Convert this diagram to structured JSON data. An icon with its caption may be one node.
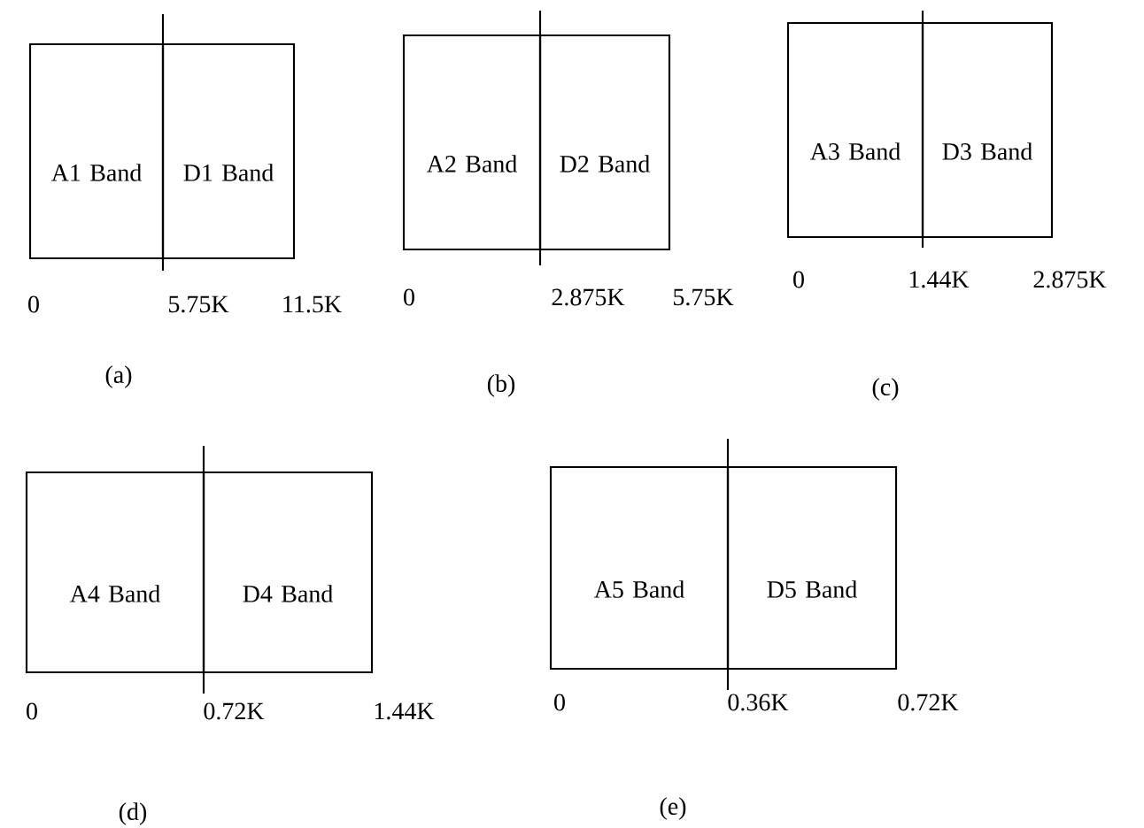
{
  "diagram": {
    "nodes": [
      {
        "text": [
          "A1 Band"
        ]
      },
      {
        "text": [
          "D1 Band"
        ]
      },
      {
        "text": [
          "A2 Band"
        ]
      },
      {
        "text": [
          "D2 Band"
        ]
      },
      {
        "text": [
          "A3 Band"
        ]
      },
      {
        "text": [
          "D3 Band"
        ]
      },
      {
        "text": [
          "A4 Band"
        ]
      },
      {
        "text": [
          "D4 Band"
        ]
      },
      {
        "text": [
          "A5 Band"
        ]
      },
      {
        "text": [
          "D5 Band"
        ]
      }
    ],
    "labels": [
      "0",
      "5.75K",
      "11.5K",
      "0",
      "2.875K",
      "5.75K",
      "0",
      "1.44K",
      "2.875K",
      "(a)",
      "(b)",
      "(c)",
      "0",
      "0.72K",
      "1.44K",
      "0",
      "0.36K",
      "0.72K",
      "(d)",
      "(e)"
    ]
  }
}
